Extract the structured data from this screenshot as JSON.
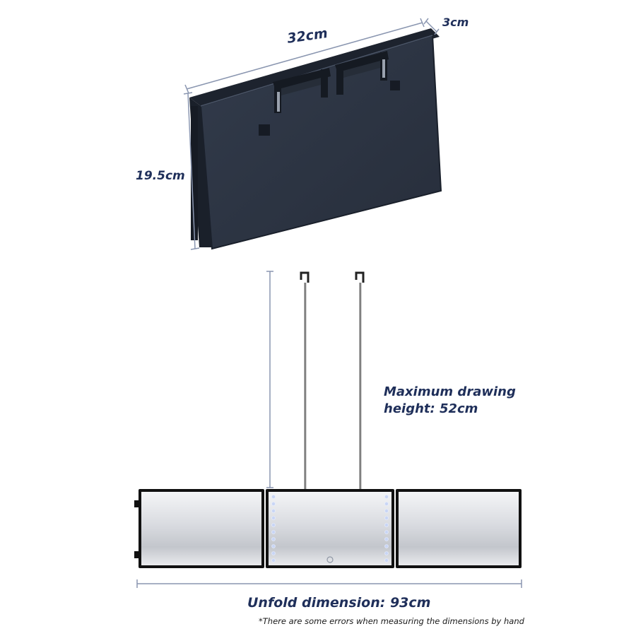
{
  "labels": {
    "folded_width": "32cm",
    "folded_depth": "3cm",
    "folded_height": "19.5cm",
    "max_height_line1": "Maximum drawing",
    "max_height_line2": "height:  52cm",
    "unfold": "Unfold dimension:  93cm",
    "note": "*There are some errors when measuring the dimensions by hand"
  },
  "colors": {
    "case": "#2d3544",
    "case_edge": "#1a202b",
    "dimension_line": "#8a96b0",
    "label": "#1f2f5a",
    "led": "#c9d6f5"
  }
}
